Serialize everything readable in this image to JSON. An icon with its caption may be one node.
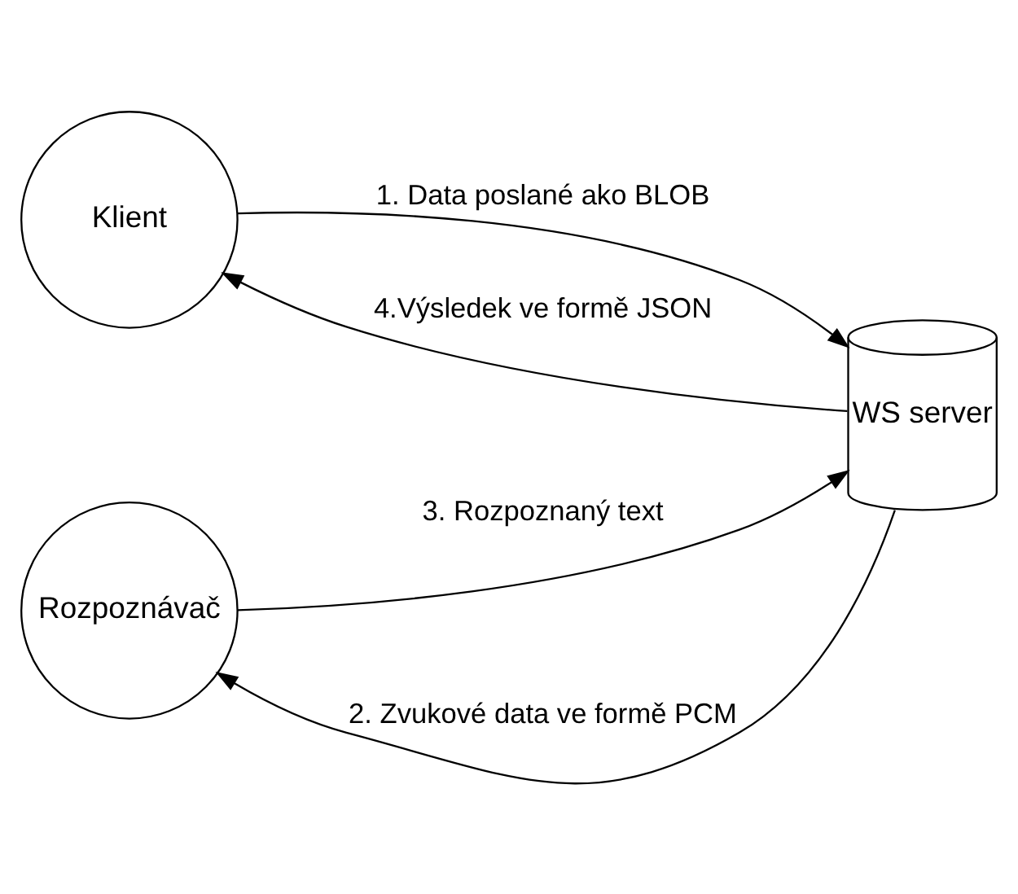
{
  "diagram": {
    "nodes": [
      {
        "text": [
          "Klient"
        ]
      },
      {
        "text": [
          "WS server"
        ]
      },
      {
        "text": [
          "Rozpoznávač"
        ]
      }
    ],
    "edges": [
      {
        "from": 0,
        "to": 1,
        "arrow": "to",
        "label": "1. Data poslané ako BLOB"
      },
      {
        "from": 1,
        "to": 2,
        "arrow": "to",
        "label": "2. Zvukové data ve formě PCM"
      },
      {
        "from": 2,
        "to": 1,
        "arrow": "to",
        "label": "3. Rozpoznaný text"
      },
      {
        "from": 1,
        "to": 0,
        "arrow": "to",
        "label": "4.Výsledek ve formě JSON"
      }
    ]
  }
}
